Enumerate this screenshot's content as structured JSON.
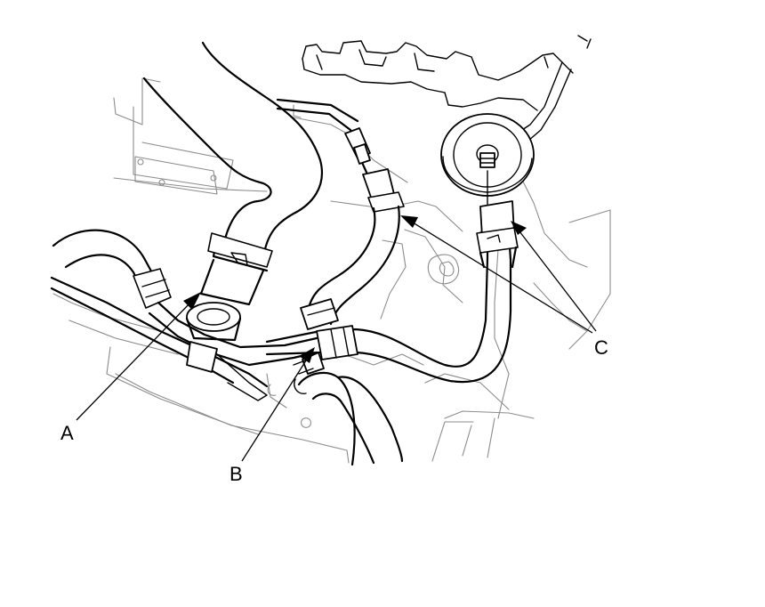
{
  "callouts": {
    "a": "A",
    "b": "B",
    "c": "C"
  },
  "colors": {
    "line": "#000000",
    "background_detail": "#8c8c8c",
    "paper": "#ffffff"
  }
}
